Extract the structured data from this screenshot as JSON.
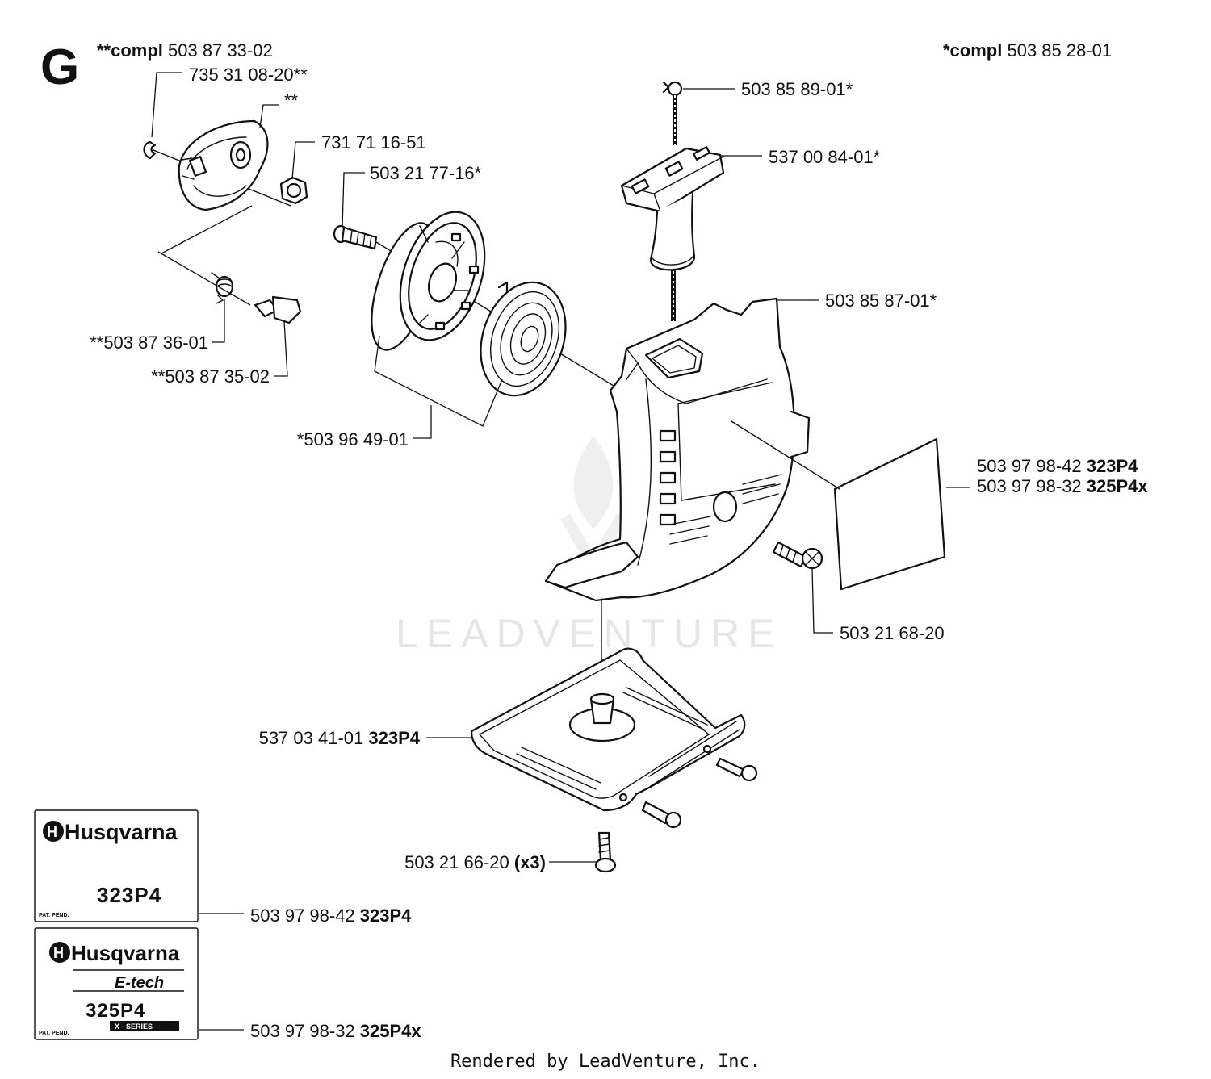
{
  "diagram": {
    "section_letter": "G",
    "assembly_left": {
      "prefix": "**compl",
      "number": "503 87 33-02"
    },
    "assembly_right": {
      "prefix": "*compl",
      "number": "503 85 28-01"
    },
    "parts": [
      {
        "id": "p1",
        "number": "735 31 08-20**",
        "model": ""
      },
      {
        "id": "p2",
        "number": "**",
        "model": ""
      },
      {
        "id": "p3",
        "number": "731 71 16-51",
        "model": ""
      },
      {
        "id": "p4",
        "number": "503 21 77-16*",
        "model": ""
      },
      {
        "id": "p5",
        "number": "**503 87 36-01",
        "model": ""
      },
      {
        "id": "p6",
        "number": "**503 87 35-02",
        "model": ""
      },
      {
        "id": "p7",
        "number": "*503 96 49-01",
        "model": ""
      },
      {
        "id": "p8",
        "number": "503 85 89-01*",
        "model": ""
      },
      {
        "id": "p9",
        "number": "537 00 84-01*",
        "model": ""
      },
      {
        "id": "p10",
        "number": "503 85 87-01*",
        "model": ""
      },
      {
        "id": "p11",
        "number": "503 97 98-42",
        "model": "323P4"
      },
      {
        "id": "p12",
        "number": "503 97 98-32",
        "model": "325P4x"
      },
      {
        "id": "p13",
        "number": "503 21 68-20",
        "model": ""
      },
      {
        "id": "p14",
        "number": "537 03 41-01",
        "model": "323P4"
      },
      {
        "id": "p15",
        "number": "503 21 66-20",
        "model": "(x3)"
      },
      {
        "id": "p16",
        "number": "503 97 98-42",
        "model": "323P4"
      },
      {
        "id": "p17",
        "number": "503 97 98-32",
        "model": "325P4x"
      }
    ],
    "decal_1": {
      "brand": "Husqvarna",
      "model": "323P4",
      "note": "PAT. PEND."
    },
    "decal_2": {
      "brand": "Husqvarna",
      "subline": "E-tech",
      "model": "325P4",
      "series": "X - SERIES",
      "note": "PAT. PEND."
    },
    "watermark": "LEADVENTURE",
    "footer": "Rendered by LeadVenture, Inc."
  }
}
